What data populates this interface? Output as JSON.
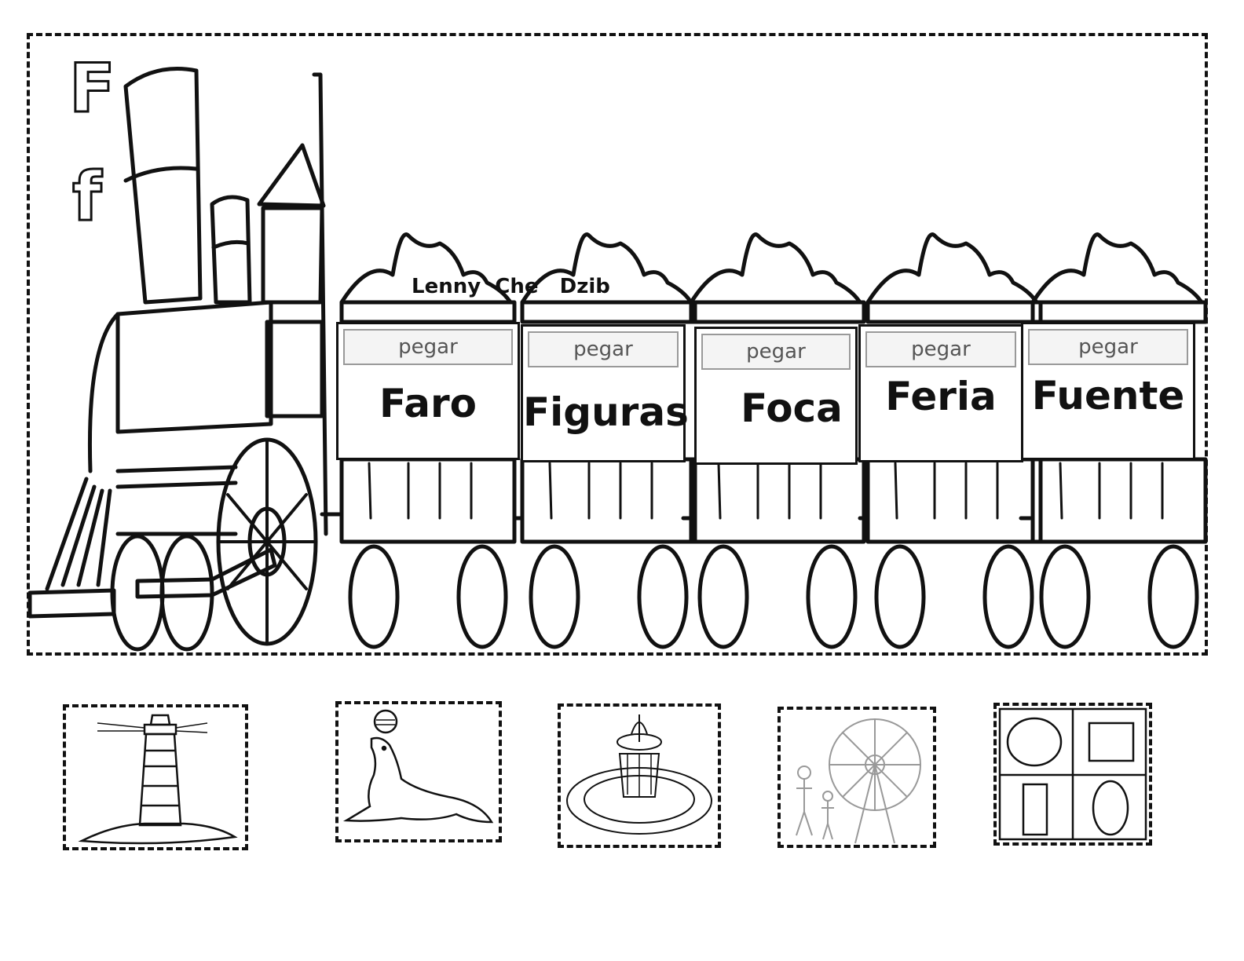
{
  "letters": {
    "upper": "F",
    "lower": "f"
  },
  "author": "Lenny  Che   Dzib",
  "pegar_label": "pegar",
  "words": [
    "Faro",
    "Figuras",
    "Foca",
    "Feria",
    "Fuente"
  ],
  "pictures": [
    {
      "icon": "lighthouse-icon"
    },
    {
      "icon": "seal-icon"
    },
    {
      "icon": "fountain-icon"
    },
    {
      "icon": "fair-ferris-wheel-icon"
    },
    {
      "icon": "shapes-icon"
    }
  ]
}
